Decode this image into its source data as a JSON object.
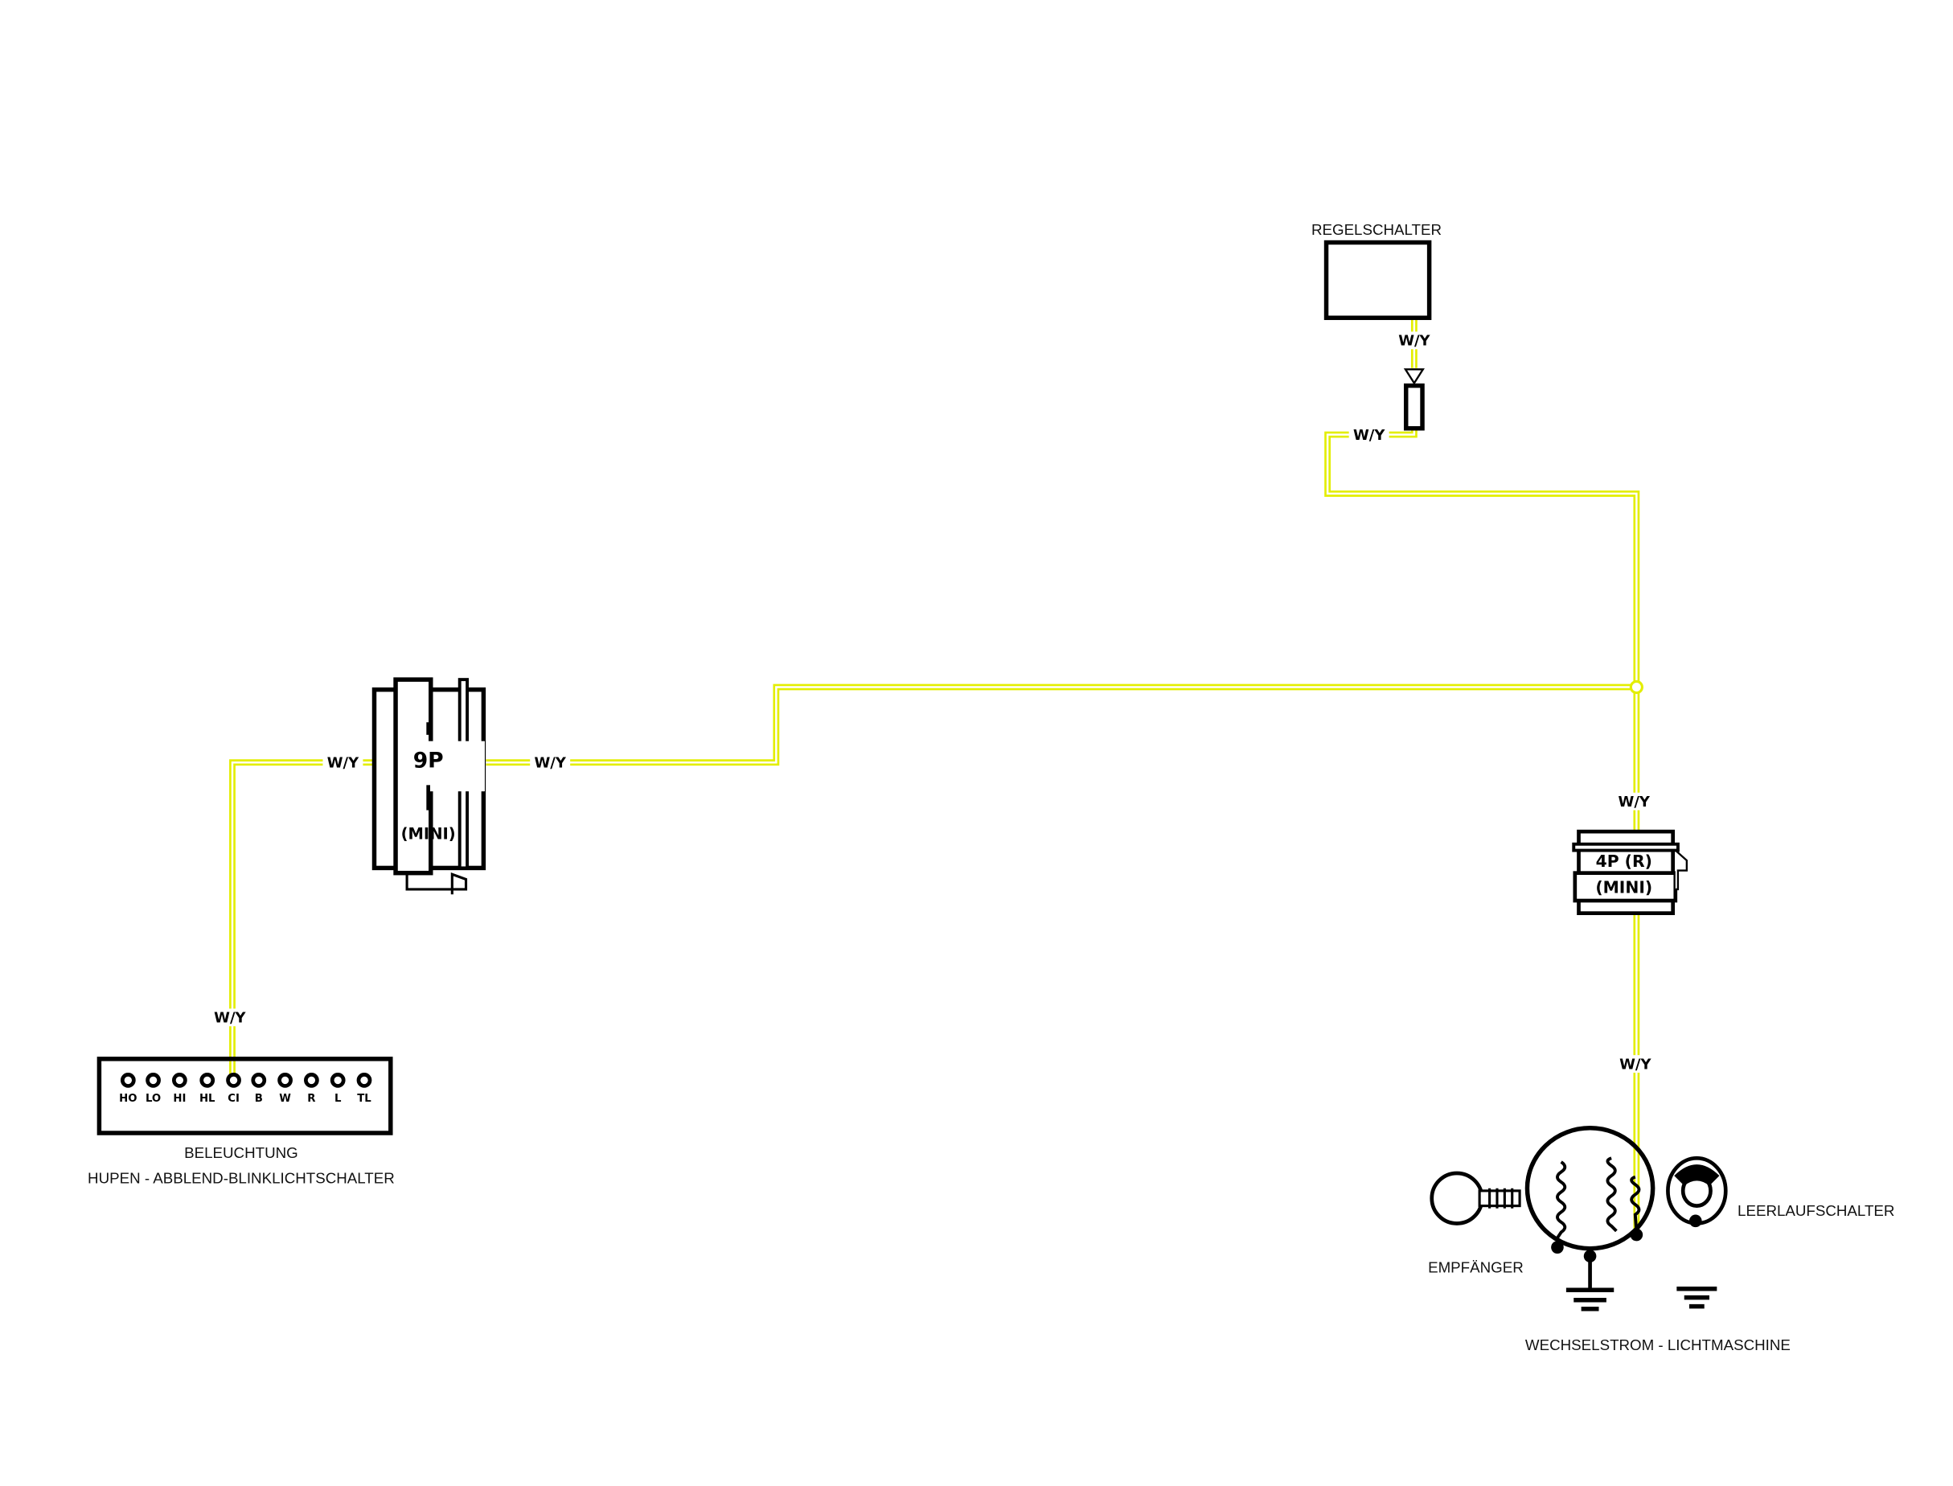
{
  "wire_color": "#e3ee00",
  "wire_label": "W/Y",
  "components": {
    "regulator": {
      "label": "REGELSCHALTER"
    },
    "connector_9p": {
      "label": "9P",
      "sublabel": "(MINI)"
    },
    "connector_4p": {
      "label": "4P  (R)",
      "sublabel": "(MINI)"
    },
    "switch": {
      "label_line1": "BELEUCHTUNG",
      "label_line2": "HUPEN - ABBLEND-BLINKLICHTSCHALTER",
      "pins": [
        "HO",
        "LO",
        "HI",
        "HL",
        "CI",
        "B",
        "W",
        "R",
        "L",
        "TL"
      ]
    },
    "pickup": {
      "label": "EMPFÄNGER"
    },
    "neutral_switch": {
      "label": "LEERLAUFSCHALTER"
    },
    "alternator": {
      "label": "WECHSELSTROM - LICHTMASCHINE"
    }
  }
}
